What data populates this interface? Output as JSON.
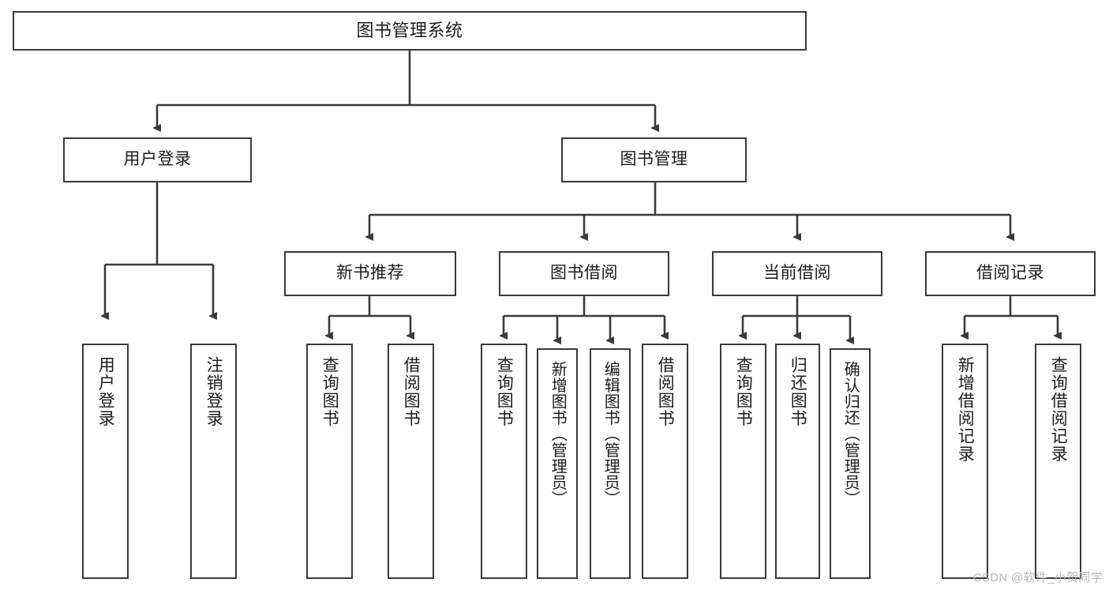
{
  "diagram": {
    "title": "图书管理系统",
    "type": "tree-hierarchy",
    "watermark": "CSDN @软件_小贺同学",
    "colors": {
      "border": "#3a3a3a",
      "background": "#ffffff",
      "text": "#1c1c1c",
      "edge": "#3a3a3a",
      "watermark": "#b9b9b9"
    }
  },
  "nodes": {
    "root": {
      "label": "图书管理系统"
    },
    "level1": [
      {
        "id": "user-login",
        "label": "用户登录"
      },
      {
        "id": "book-manage",
        "label": "图书管理"
      }
    ],
    "level2": [
      {
        "id": "new-book-rec",
        "label": "新书推荐"
      },
      {
        "id": "book-borrow",
        "label": "图书借阅"
      },
      {
        "id": "current-borrow",
        "label": "当前借阅"
      },
      {
        "id": "borrow-record",
        "label": "借阅记录"
      }
    ],
    "leaves": [
      {
        "id": "leaf-user-login",
        "label": "用户登录",
        "parent": "user-login"
      },
      {
        "id": "leaf-logout",
        "label": "注销登录",
        "parent": "user-login"
      },
      {
        "id": "leaf-query-book-1",
        "label": "查询图书",
        "parent": "new-book-rec"
      },
      {
        "id": "leaf-borrow-book-1",
        "label": "借阅图书",
        "parent": "new-book-rec"
      },
      {
        "id": "leaf-query-book-2",
        "label": "查询图书",
        "parent": "book-borrow"
      },
      {
        "id": "leaf-add-book",
        "label": "新增图书（管理员）",
        "parent": "book-borrow"
      },
      {
        "id": "leaf-edit-book",
        "label": "编辑图书（管理员）",
        "parent": "book-borrow"
      },
      {
        "id": "leaf-borrow-book-2",
        "label": "借阅图书",
        "parent": "book-borrow"
      },
      {
        "id": "leaf-query-book-3",
        "label": "查询图书",
        "parent": "current-borrow"
      },
      {
        "id": "leaf-return-book",
        "label": "归还图书",
        "parent": "current-borrow"
      },
      {
        "id": "leaf-confirm-return",
        "label": "确认归还（管理员）",
        "parent": "current-borrow"
      },
      {
        "id": "leaf-add-record",
        "label": "新增借阅记录",
        "parent": "borrow-record"
      },
      {
        "id": "leaf-query-record",
        "label": "查询借阅记录",
        "parent": "borrow-record"
      }
    ]
  }
}
